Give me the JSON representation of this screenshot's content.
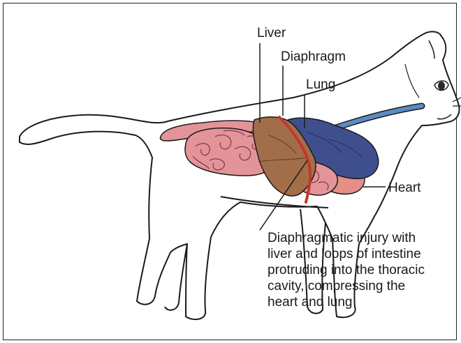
{
  "labels": {
    "liver": "Liver",
    "diaphragm": "Diaphragm",
    "lung": "Lung",
    "heart": "Heart"
  },
  "caption": {
    "lines": [
      "Diaphragmatic injury with",
      "liver and loops of intestine",
      "protruding into the thoracic",
      "cavity, compressing the",
      "heart and lung"
    ]
  },
  "colors": {
    "intestine": "#e3949a",
    "liver": "#a26e49",
    "lung": "#3f4f8e",
    "trachea": "#5c8bc4",
    "heart": "#e68e88",
    "diaphragm": "#c0392b",
    "outline": "#1a1a1a"
  }
}
